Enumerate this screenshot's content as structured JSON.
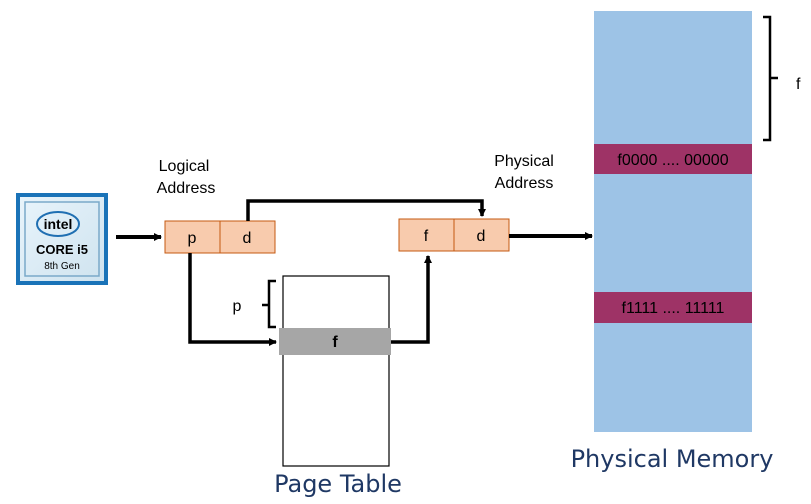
{
  "cpu": {
    "brand": "intel",
    "line1": "CORE i5",
    "line2": "8th Gen"
  },
  "logical_address": {
    "label_line1": "Logical",
    "label_line2": "Address",
    "fields": [
      "p",
      "d"
    ]
  },
  "physical_address": {
    "label_line1": "Physical",
    "label_line2": "Address",
    "fields": [
      "f",
      "d"
    ]
  },
  "page_table": {
    "title": "Page Table",
    "index_label": "p",
    "entry": "f"
  },
  "physical_memory": {
    "title": "Physical Memory",
    "frame_label": "f",
    "frame_start": "f0000 .... 00000",
    "frame_end": "f1111 .... 11111"
  },
  "colors": {
    "address_box": "#f8cbad",
    "address_border": "#c55a11",
    "page_table_entry": "#a6a6a6",
    "memory": "#9dc3e6",
    "memory_band": "#9e3366",
    "title_text": "#1f3864"
  }
}
